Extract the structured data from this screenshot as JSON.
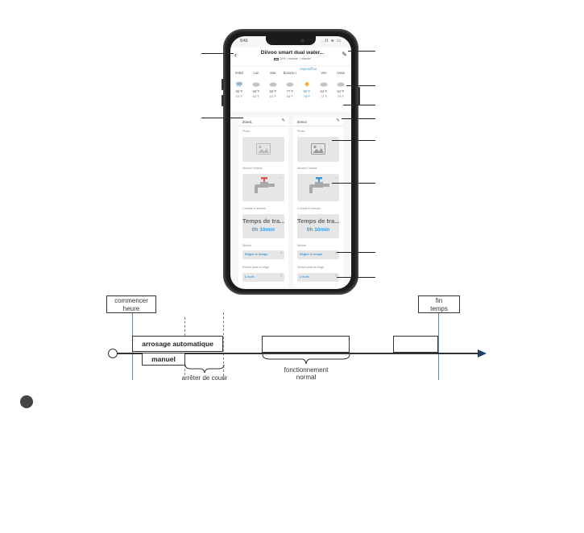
{
  "app": {
    "title": "Diivoo smart dual water...",
    "battery": "79%",
    "mode_1": "manuel",
    "mode_2": "manuel",
    "time": "9:41",
    "signal": "..ll ≋ ▭"
  },
  "week": [
    {
      "name": "Soleil",
      "icon": "rain-cloud-icon",
      "hi": "66°F",
      "lo": "63°F",
      "today": false
    },
    {
      "name": "Lun",
      "icon": "cloud-icon",
      "hi": "68°F",
      "lo": "64°F",
      "today": false
    },
    {
      "name": "Mar",
      "icon": "cloud-icon",
      "hi": "68°F",
      "lo": "64°F",
      "today": false
    },
    {
      "name": "Épouse r",
      "icon": "cloud-icon",
      "hi": "77°F",
      "lo": "68°F",
      "today": false
    },
    {
      "name": "Aujourd'hui",
      "icon": "sun-icon",
      "hi": "85°F",
      "lo": "78°F",
      "today": true
    },
    {
      "name": "Ven",
      "icon": "cloud-icon",
      "hi": "84°F",
      "lo": "72°F",
      "today": false
    },
    {
      "name": "Assis",
      "icon": "cloud-icon",
      "hi": "84°F",
      "lo": "78°F",
      "today": false
    }
  ],
  "zones": [
    {
      "name": "Zone1",
      "photo_label": "Photo",
      "valve_label": "Allumer l'étatné",
      "countdown_label": "Compte à rebours",
      "countdown_title": "Temps de tra...",
      "countdown_value": "0h 10min",
      "timer_label": "Minuté",
      "timer_button": "Régler le temps",
      "rain_label": "Retard pluie et neige",
      "rain_button": "L'écrit"
    },
    {
      "name": "Zone2",
      "photo_label": "Photo",
      "valve_label": "Allumer l'étatné",
      "countdown_label": "Compte à rebours",
      "countdown_title": "Temps de tra...",
      "countdown_value": "0h 10min",
      "timer_label": "Minuté",
      "timer_button": "Régler le temps",
      "rain_label": "Retard pluie et neige",
      "rain_button": "L'écrit"
    }
  ],
  "timeline": {
    "start_line1": "commencer",
    "start_line2": "heure",
    "end_line1": "fin",
    "end_line2": "temps",
    "auto": "arrosage automatique",
    "manual": "manuel",
    "stop": "arrêter de courir",
    "normal_line1": "fonctionnement",
    "normal_line2": "normal"
  },
  "colors": {
    "accent": "#3a9ad9",
    "tap_red": "#d9534f",
    "tap_blue": "#3a9ad9",
    "timeline_blue": "#6f86a3",
    "arrow": "#1f3c6a"
  }
}
